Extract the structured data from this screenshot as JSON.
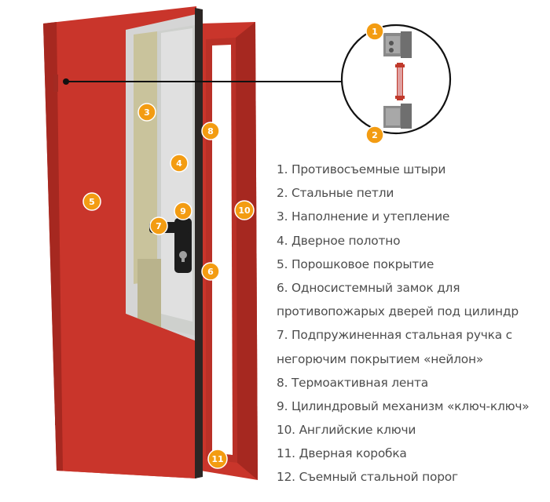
{
  "diagram": {
    "colors": {
      "door_red": "#c9352b",
      "door_red_dark": "#a62820",
      "door_edge": "#2b2624",
      "insulation": "#c9c39c",
      "inner_panel": "#d5d5d5",
      "badge_orange": "#f39c12",
      "text_gray": "#4d4d4d"
    },
    "callouts": [
      {
        "id": "badge-1",
        "number": "1"
      },
      {
        "id": "badge-2",
        "number": "2"
      },
      {
        "id": "badge-3",
        "number": "3"
      },
      {
        "id": "badge-4",
        "number": "4"
      },
      {
        "id": "badge-5",
        "number": "5"
      },
      {
        "id": "badge-6",
        "number": "6"
      },
      {
        "id": "badge-7",
        "number": "7"
      },
      {
        "id": "badge-8",
        "number": "8"
      },
      {
        "id": "badge-9",
        "number": "9"
      },
      {
        "id": "badge-10",
        "number": "10"
      },
      {
        "id": "badge-11",
        "number": "11"
      }
    ],
    "legend": [
      "1. Противосъемные штыри",
      "2. Стальные петли",
      "3. Наполнение и утепление",
      "4. Дверное полотно",
      "5. Порошковое покрытие",
      "6. Односистемный замок для",
      "противопожарых дверей под цилиндр",
      "7. Подпружиненная стальная ручка с",
      "негорючим покрытием «нейлон»",
      "8. Термоактивная лента",
      "9. Цилиндровый механизм «ключ-ключ»",
      "10. Английские ключи",
      "11. Дверная коробка",
      "12. Съемный стальной порог"
    ]
  }
}
